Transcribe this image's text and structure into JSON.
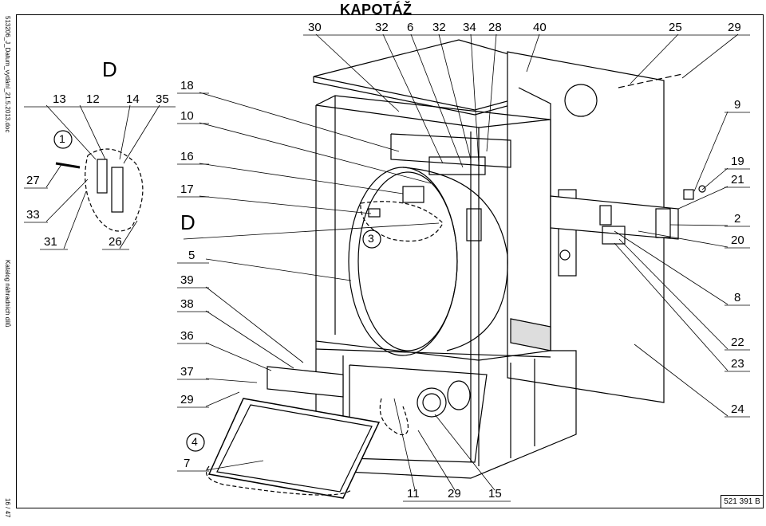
{
  "header": {
    "title": "KAPOTÁŽ",
    "side_filename": "513206_J_Datum_vydání_21.5.2013.doc",
    "side_catalog": "Katalog náhradních dílů",
    "page_number": "16 / 47"
  },
  "drawing": {
    "code": "521 391 B",
    "detail_markers": [
      "D",
      "D"
    ],
    "circled_markers": [
      "1",
      "3",
      "4"
    ]
  },
  "callouts": {
    "top": [
      "30",
      "32",
      "6",
      "32",
      "34",
      "28",
      "40",
      "25",
      "29"
    ],
    "left": [
      "13",
      "12",
      "14",
      "35",
      "18",
      "10",
      "16",
      "17",
      "27",
      "33",
      "31",
      "26",
      "5",
      "39",
      "38",
      "36",
      "37",
      "29",
      "7"
    ],
    "right": [
      "9",
      "19",
      "21",
      "2",
      "20",
      "8",
      "22",
      "23",
      "24"
    ],
    "bottom": [
      "11",
      "29",
      "15"
    ]
  }
}
